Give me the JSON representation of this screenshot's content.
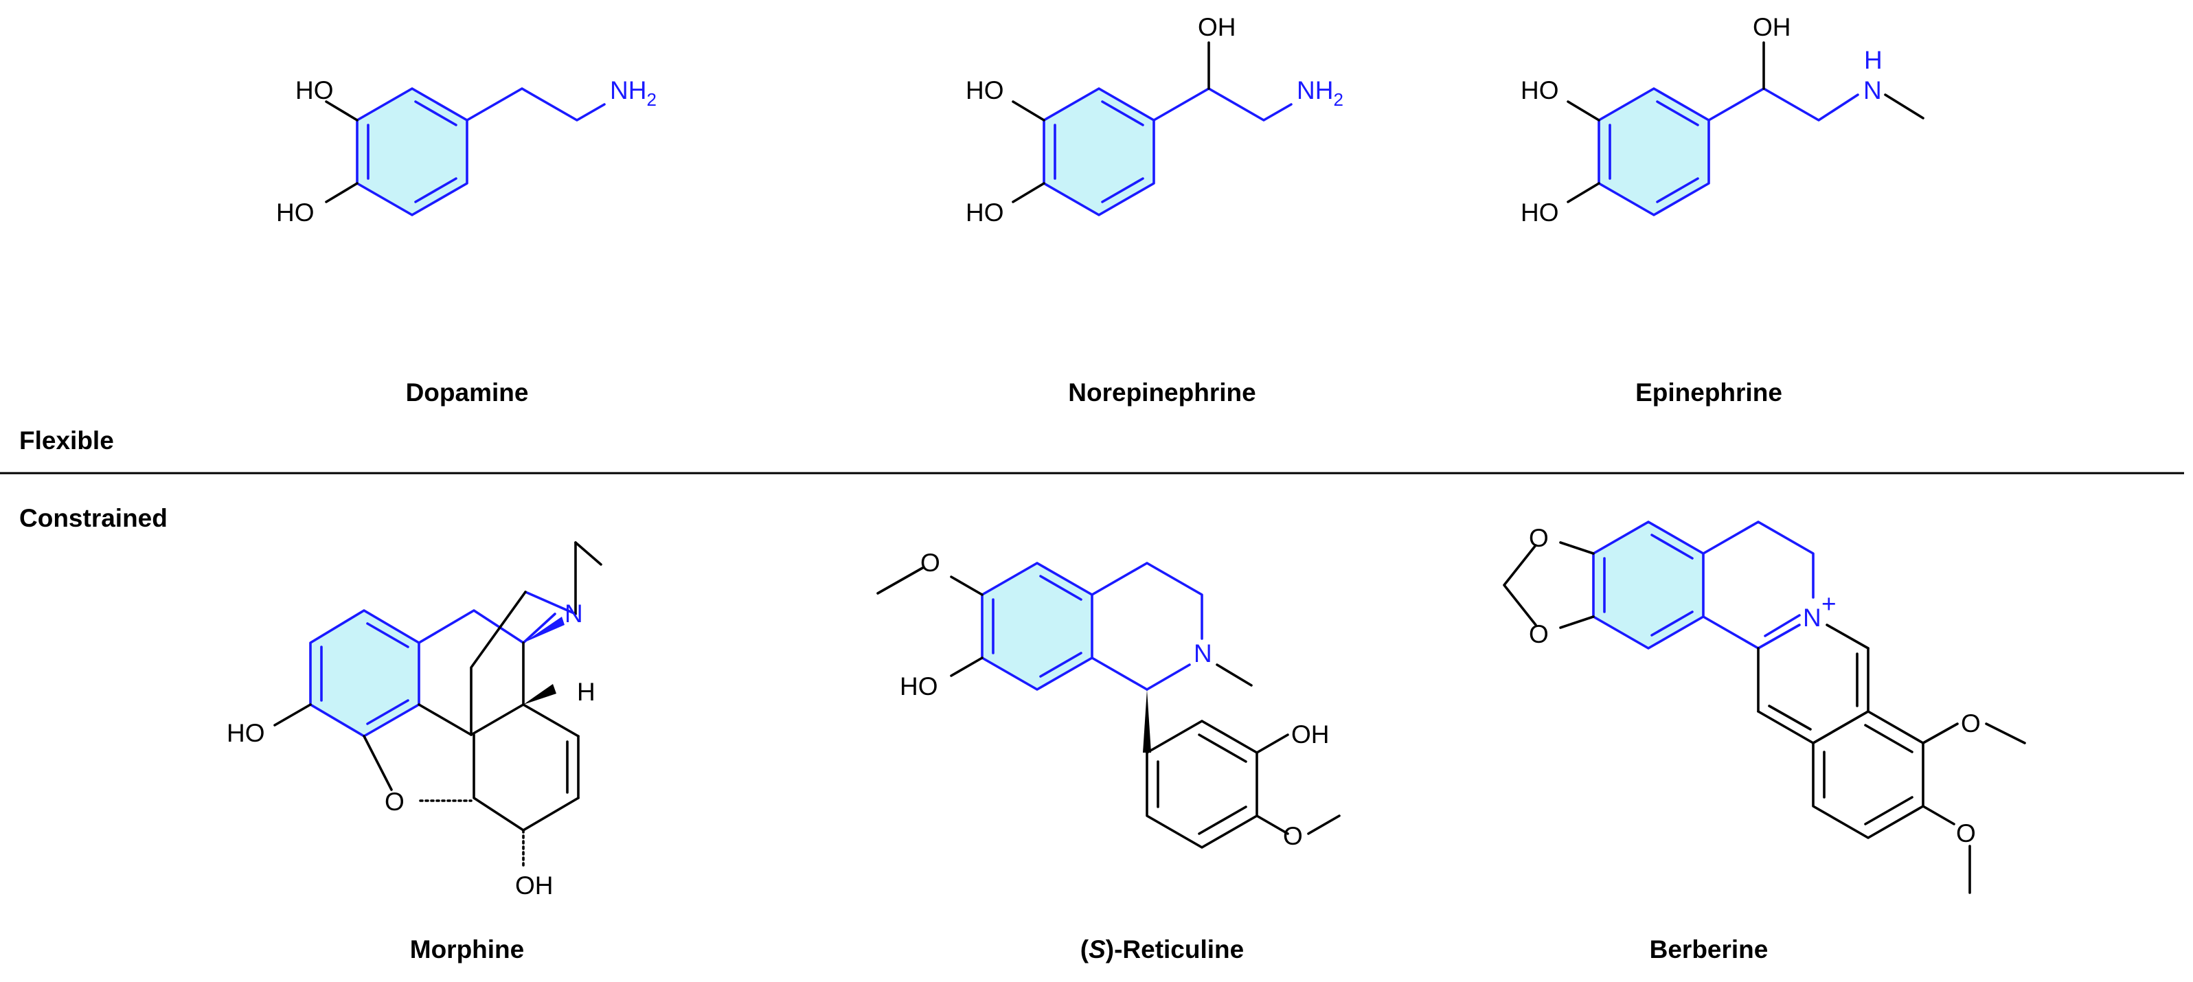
{
  "sections": {
    "flexible": "Flexible",
    "constrained": "Constrained"
  },
  "molecules": {
    "dopamine": {
      "name": "Dopamine",
      "atoms": {
        "ho_top": "HO",
        "ho_bottom": "HO",
        "amine": "NH",
        "amine_sub": "2"
      }
    },
    "norepinephrine": {
      "name": "Norepinephrine",
      "atoms": {
        "oh": "OH",
        "ho_top": "HO",
        "ho_bottom": "HO",
        "amine": "NH",
        "amine_sub": "2"
      }
    },
    "epinephrine": {
      "name": "Epinephrine",
      "atoms": {
        "oh": "OH",
        "ho_top": "HO",
        "ho_bottom": "HO",
        "nh_n": "N",
        "nh_h": "H"
      }
    },
    "morphine": {
      "name": "Morphine",
      "atoms": {
        "ho": "HO",
        "o": "O",
        "oh": "OH",
        "n": "N",
        "h": "H"
      }
    },
    "reticuline": {
      "name_prefix": "(",
      "name_italic": "S",
      "name_suffix": ")-Reticuline",
      "atoms": {
        "o_methoxy": "O",
        "ho": "HO",
        "n": "N",
        "oh": "OH",
        "o_bottom": "O"
      }
    },
    "berberine": {
      "name": "Berberine",
      "atoms": {
        "o1": "O",
        "o2": "O",
        "n": "N",
        "charge": "+",
        "o3": "O",
        "o4": "O"
      }
    }
  },
  "colors": {
    "highlight_bonds": "#1a1aff",
    "highlight_ring": "#c9f3f9",
    "default_bonds": "#000000"
  }
}
